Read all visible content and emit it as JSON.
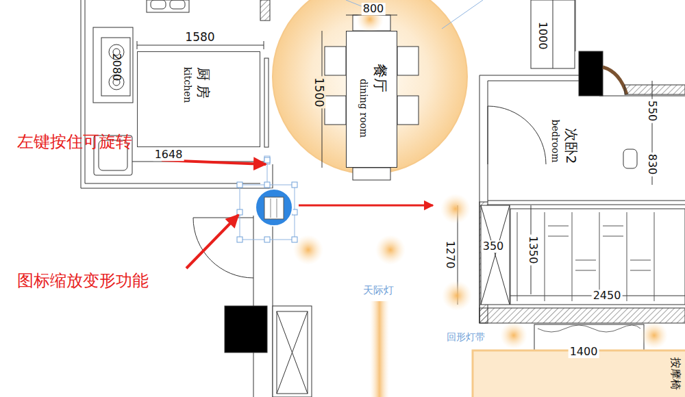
{
  "diagram": {
    "nodes": [
      {
        "text": [
          "厨房",
          "kitchen"
        ]
      },
      {
        "text": [
          "餐厅",
          "dining room"
        ]
      },
      {
        "text": [
          "次卧2",
          "bedroom"
        ]
      }
    ],
    "labels": [
      "800",
      "1000",
      "1580",
      "2080",
      "1500",
      "550",
      "830",
      "左键按住可旋转",
      "1648",
      "1270",
      "350",
      "1350",
      "2450",
      "天际灯",
      "图标缩放变形功能",
      "回形灯带",
      "1400",
      "按摩椅"
    ]
  }
}
